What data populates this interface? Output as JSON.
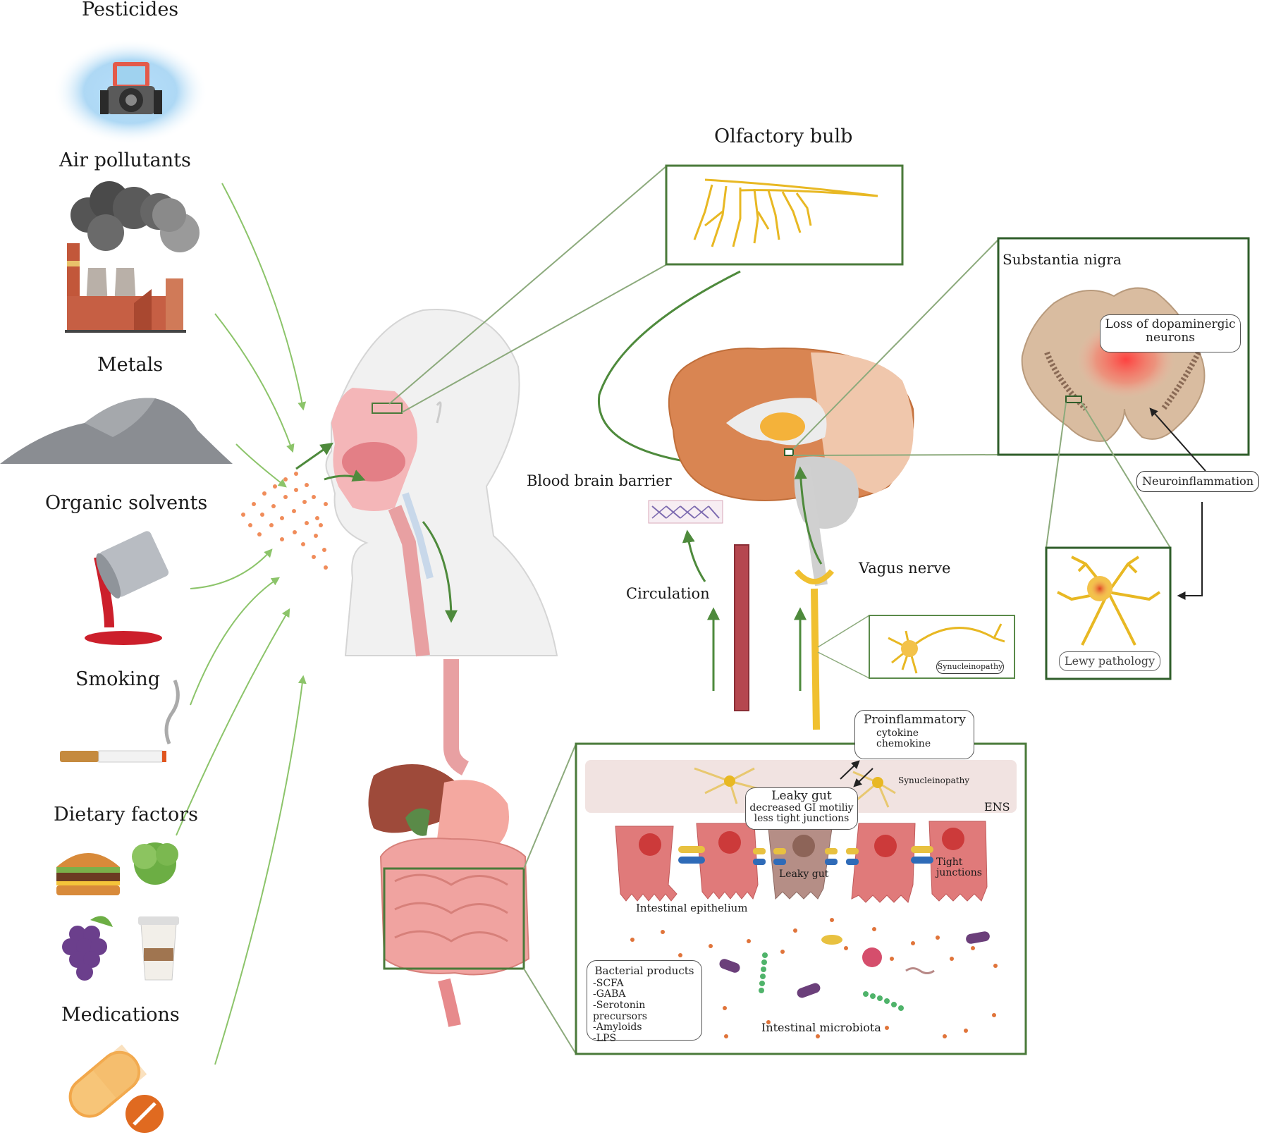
{
  "exposures": {
    "pesticides": "Pesticides",
    "air_pollutants": "Air pollutants",
    "metals": "Metals",
    "organic_solvents": "Organic solvents",
    "smoking": "Smoking",
    "dietary_factors": "Dietary factors",
    "medications": "Medications"
  },
  "brain": {
    "olfactory_bulb": "Olfactory bulb",
    "substantia_nigra": "Substantia nigra",
    "loss_neurons_line1": "Loss of dopaminergic",
    "loss_neurons_line2": "neurons",
    "neuroinflammation": "Neuroinflammation",
    "lewy_pathology": "Lewy pathology",
    "blood_brain_barrier": "Blood brain barrier",
    "circulation": "Circulation",
    "vagus_nerve": "Vagus nerve",
    "synucleinopathy": "Synucleinopathy"
  },
  "gut": {
    "proinflammatory": "Proinflammatory",
    "cytokine": "cytokine",
    "chemokine": "chemokine",
    "synucleinopathy": "Synucleinopathy",
    "ens": "ENS",
    "leaky_gut_title": "Leaky gut",
    "leaky_gut_line1": "decreased GI motiliy",
    "leaky_gut_line2": "less tight junctions",
    "leaky_gut_cell": "Leaky gut",
    "tight_junctions_line1": "Tight",
    "tight_junctions_line2": "junctions",
    "intestinal_epithelium": "Intestinal epithelium",
    "bacterial_products_title": "Bacterial products",
    "bacterial_products": [
      "-SCFA",
      "-GABA",
      "-Serotonin precursors",
      "-Amyloids",
      "-LPS"
    ],
    "intestinal_microbiota": "Intestinal microbiota"
  },
  "colors": {
    "frame_green": "#4a7a3a",
    "arrow_green": "#8cc46a",
    "dark_arrow": "#4e8a3c",
    "brain_orange": "#d98552",
    "nerve_yellow": "#f0c030",
    "epithelium_pink": "#e07a7a",
    "vessel_red": "#b5474f"
  }
}
